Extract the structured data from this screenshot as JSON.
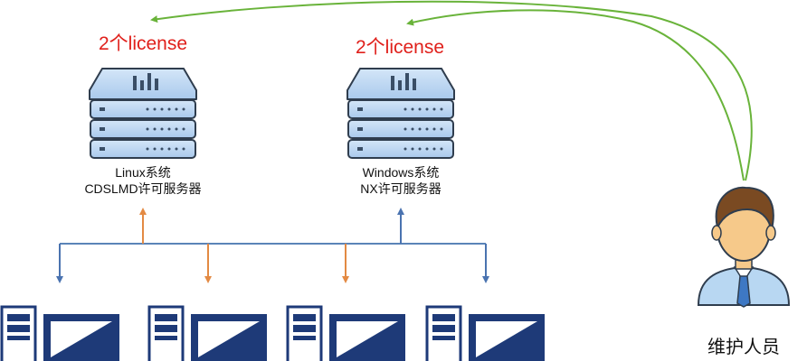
{
  "colors": {
    "license_text": "#e0201b",
    "server_fill": "#b9d4f1",
    "server_stroke": "#2f3d4e",
    "bus_line": "#5b84b8",
    "arrow_blue": "#4a73b0",
    "arrow_orange": "#e38a43",
    "arrow_green": "#69b33a",
    "client_navy": "#1e3a78",
    "person_shirt": "#b8d7f2",
    "person_tie": "#3e78c4",
    "person_hair": "#7a4a22",
    "person_skin": "#f6c98a"
  },
  "servers": [
    {
      "license": "2个license",
      "caption_line1": "Linux系统",
      "caption_line2": "CDSLMD许可服务器",
      "icon": "server-rack-icon"
    },
    {
      "license": "2个license",
      "caption_line1": "Windows系统",
      "caption_line2": "NX许可服务器",
      "icon": "server-rack-icon"
    }
  ],
  "clients": [
    {
      "icon": "workstation-icon"
    },
    {
      "icon": "workstation-icon"
    },
    {
      "icon": "workstation-icon"
    },
    {
      "icon": "workstation-icon"
    }
  ],
  "person": {
    "label": "维护人员",
    "icon": "maintenance-person-icon"
  }
}
